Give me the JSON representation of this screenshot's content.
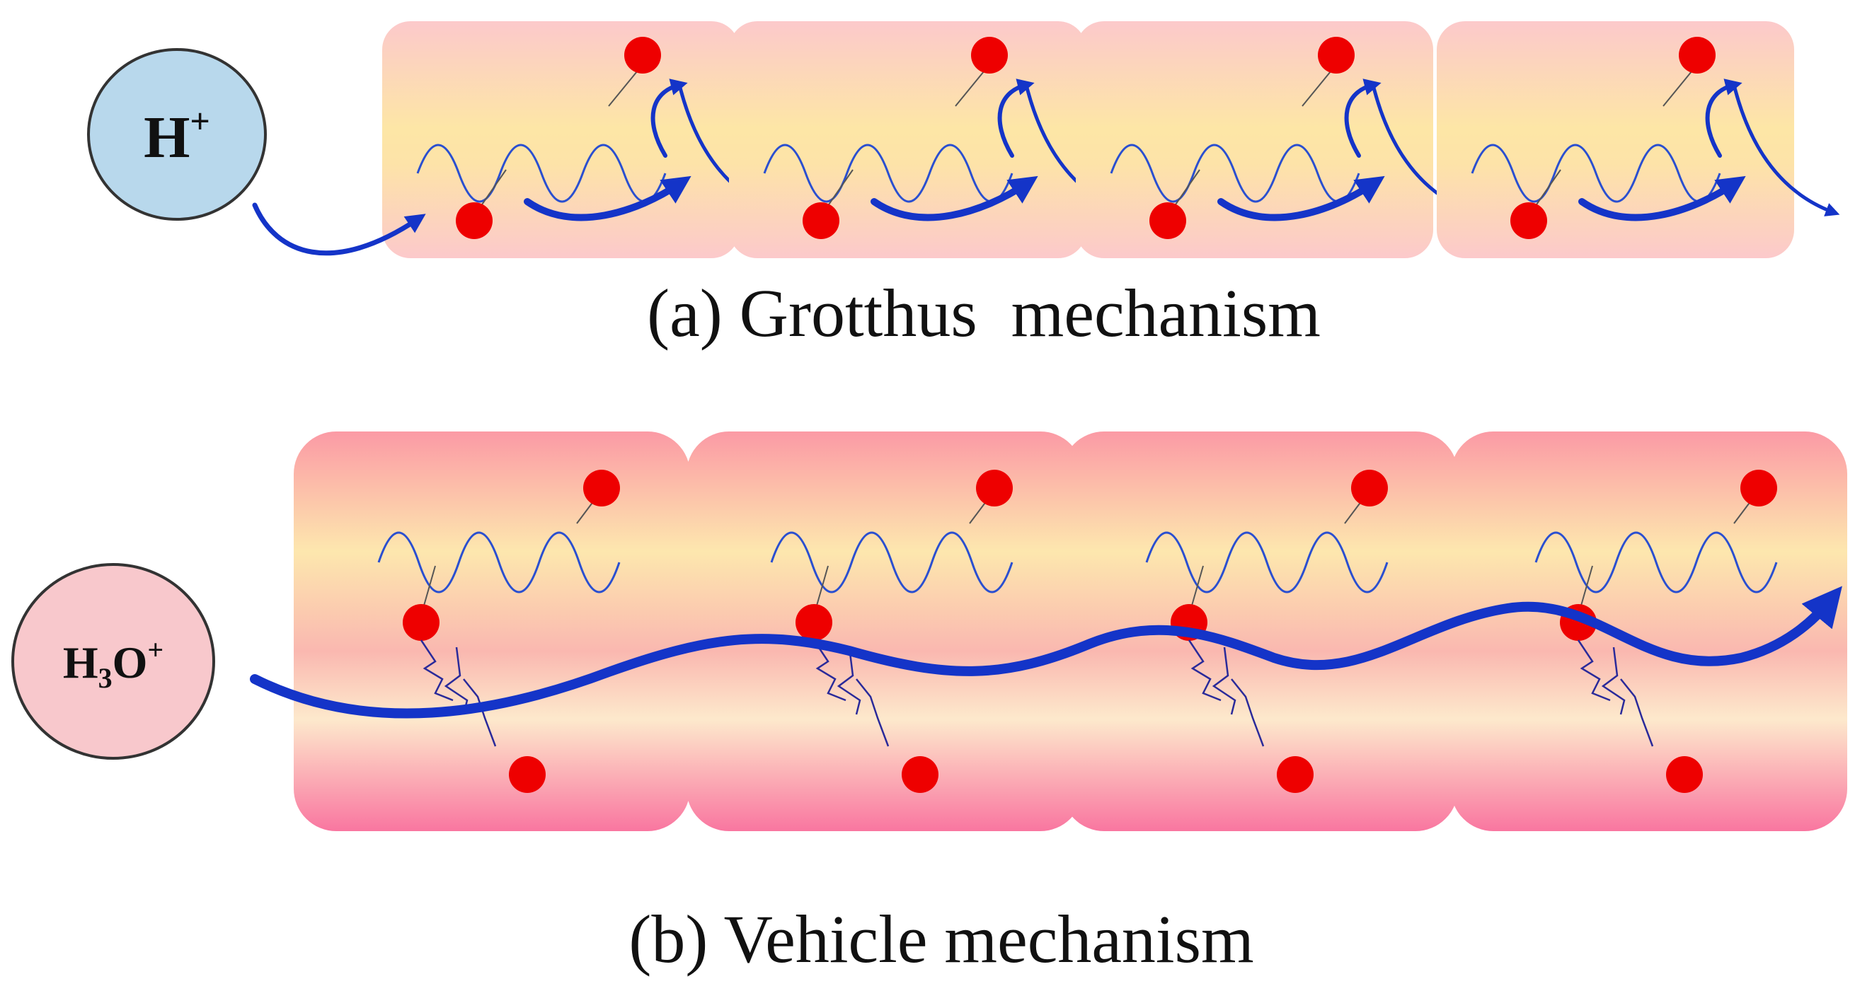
{
  "panel_a": {
    "ion": {
      "main": "H",
      "sup": "+"
    },
    "caption": "(a) Grotthus  mechanism",
    "cell_count": 4
  },
  "panel_b": {
    "ion": {
      "main": "H",
      "sub": "3",
      "main2": "O",
      "sup": "+"
    },
    "caption": "(b) Vehicle mechanism",
    "cell_count": 4
  },
  "colors": {
    "ion_a_fill": "#b8d8ec",
    "ion_b_fill": "#f8c8cc",
    "cell_a_edge": "#fccdcf",
    "cell_a_center": "#fde6a8",
    "cell_b_edge": "#fb9aa6",
    "cell_b_center": "#fde7b0",
    "oxygen": "#ee0000",
    "chain": "#2a4fd0",
    "arrow": "#1434c8"
  }
}
